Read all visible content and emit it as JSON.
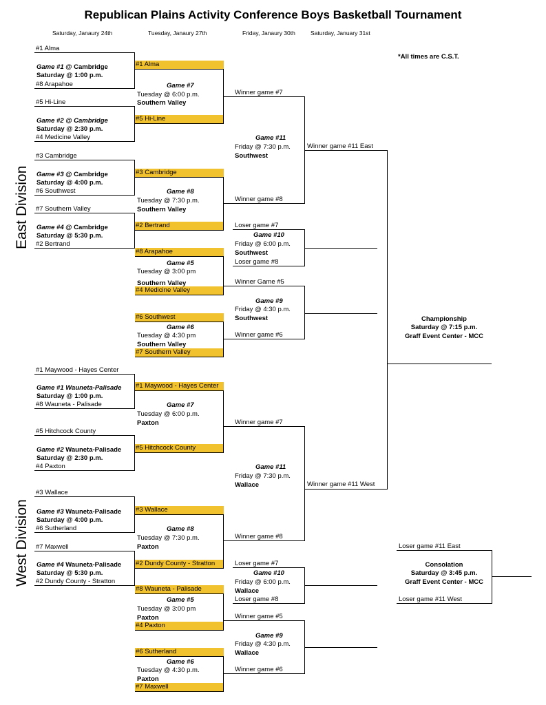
{
  "title": "Republican Plains Activity Conference Boys Basketball Tournament",
  "dates": [
    "Saturday, Janaury 24th",
    "Tuesday, Janaury 27th",
    "Friday, Janaury 30th",
    "Saturday, January 31st"
  ],
  "note": "*All times are C.S.T.",
  "colors": {
    "highlight": "#f2c12e"
  },
  "east": {
    "label": "East Division",
    "r1": [
      {
        "top": "#1 Alma",
        "game": "Game #1",
        "site": " @ Cambridge",
        "time": "Saturday @ 1:00 p.m.",
        "bottom": "#8 Arapahoe"
      },
      {
        "top": "#5 Hi-Line",
        "game": "Game #2",
        "site": " @ Cambridge",
        "time": "Saturday @ 2:30 p.m.",
        "bottom": "#4 Medicine Valley"
      },
      {
        "top": "#3 Cambridge",
        "game": "Game #3",
        "site": " @ Cambridge",
        "time": "Saturday @ 4:00 p.m.",
        "bottom": "#6 Southwest"
      },
      {
        "top": "#7 Southern Valley",
        "game": "Game #4",
        "site": " @ Cambridge",
        "time": "Saturday @ 5:30 p.m.",
        "bottom": "#2 Bertrand"
      }
    ],
    "r2": [
      {
        "top": "#1 Alma",
        "game": "Game #7",
        "time": "Tuesday @ 6:00 p.m.",
        "site": "Southern Valley",
        "bottom": "#5 Hi-Line"
      },
      {
        "top": "#3 Cambridge",
        "game": "Game #8",
        "time": "Tuesday @ 7:30 p.m.",
        "site": "Southern Valley",
        "bottom": "#2 Bertrand"
      },
      {
        "top": "#8 Arapahoe",
        "game": "Game #5",
        "time": "Tuesday @ 3:00 pm",
        "site": "Southern Valley",
        "bottom": "#4 Medicine Valley"
      },
      {
        "top": "#6 Southwest",
        "game": "Game #6",
        "time": "Tuesday @ 4:30 pm",
        "site": "Southern Valley",
        "bottom": "#7 Southern Valley"
      }
    ],
    "r3": {
      "g11_top": "Winner game #7",
      "g11_game": "Game #11",
      "g11_time": "Friday @ 7:30 p.m.",
      "g11_site": "Southwest",
      "g11_bottom": "Winner game #8",
      "g10_top": "Loser game #7",
      "g10_game": "Game #10",
      "g10_time": "Friday @ 6:00 p.m.",
      "g10_site": "Southwest",
      "g10_bottom": "Loser game #8",
      "g9_top": "Winner Game #5",
      "g9_game": "Game #9",
      "g9_time": "Friday @ 4:30 p.m.",
      "g9_site": "Southwest",
      "g9_bottom": "Winner game #6"
    },
    "r4": "Winner game #11 East"
  },
  "west": {
    "label": "West Division",
    "r1": [
      {
        "top": "#1 Maywood - Hayes Center",
        "game": "Game #1",
        "site": " Wauneta-Palisade",
        "time": "Saturday @ 1:00 p.m.",
        "bottom": "#8 Wauneta - Palisade"
      },
      {
        "top": "#5 Hitchcock County",
        "game": "Game #2",
        "site": " Wauneta-Palisade",
        "time": "Saturday @ 2:30 p.m.",
        "bottom": "#4 Paxton"
      },
      {
        "top": "#3 Wallace",
        "game": "Game #3",
        "site": " Wauneta-Palisade",
        "time": "Saturday @ 4:00 p.m.",
        "bottom": "#6 Sutherland"
      },
      {
        "top": "#7 Maxwell",
        "game": "Game #4",
        "site": " Wauneta-Palisade",
        "time": "Saturday @ 5:30 p.m.",
        "bottom": "#2 Dundy County - Stratton"
      }
    ],
    "r2": [
      {
        "top": "#1 Maywood - Hayes Center",
        "game": "Game #7",
        "time": "Tuesday @ 6:00 p.m.",
        "site": "Paxton",
        "bottom": "#5 Hitchcock County"
      },
      {
        "top": "#3 Wallace",
        "game": "Game #8",
        "time": "Tuesday @ 7:30 p.m.",
        "site": "Paxton",
        "bottom": "#2 Dundy County - Stratton"
      },
      {
        "top": "#8 Wauneta - Palisade",
        "game": "Game #5",
        "time": "Tuesday @ 3:00 pm",
        "site": "Paxton",
        "bottom": "#4 Paxton"
      },
      {
        "top": "#6 Sutherland",
        "game": "Game #6",
        "time": "Tuesday @ 4:30 p.m.",
        "site": "Paxton",
        "bottom": "#7 Maxwell"
      }
    ],
    "r3": {
      "g11_top": "Winner game #7",
      "g11_game": "Game #11",
      "g11_time": "Friday @ 7:30 p.m.",
      "g11_site": "Wallace",
      "g11_bottom": "Winner game #8",
      "g10_top": "Loser game #7",
      "g10_game": "Game #10",
      "g10_time": "Friday @ 6:00 p.m.",
      "g10_site": "Wallace",
      "g10_bottom": "Loser game #8",
      "g9_top": "Winner game #5",
      "g9_game": "Game #9",
      "g9_time": "Friday @ 4:30 p.m.",
      "g9_site": "Wallace",
      "g9_bottom": "Winner game #6"
    },
    "r4": "Winner game #11 West"
  },
  "championship": {
    "title": "Championship",
    "time": "Saturday @ 7:15 p.m.",
    "site": "Graff Event Center - MCC"
  },
  "consolation": {
    "top": "Loser game #11 East",
    "title": "Consolation",
    "time": "Saturday @ 3:45 p.m.",
    "site": "Graff Event Center - MCC",
    "bottom": "Loser game #11 West"
  }
}
